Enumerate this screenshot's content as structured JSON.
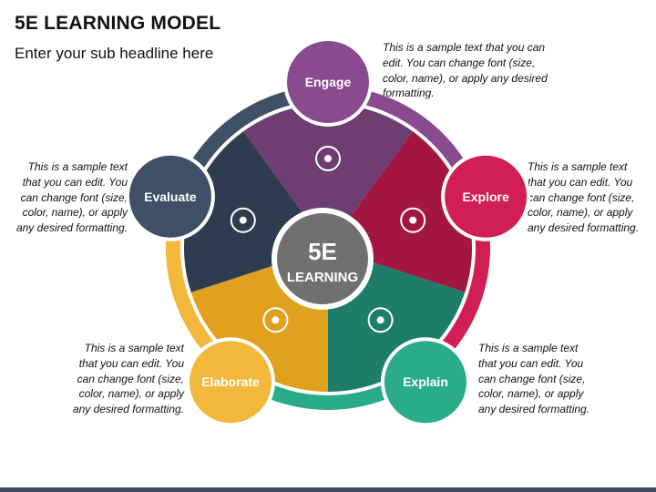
{
  "header": {
    "title": "5E LEARNING MODEL",
    "subtitle": "Enter your sub headline here"
  },
  "center": {
    "line1": "5E",
    "line2": "LEARNING"
  },
  "stages": [
    {
      "label": "Engage",
      "color": "#8a4a8e",
      "sector_color": "#6e3d72",
      "icon": "team-cycle-icon"
    },
    {
      "label": "Explore",
      "color": "#d11f55",
      "sector_color": "#a31642",
      "icon": "compass-icon"
    },
    {
      "label": "Explain",
      "color": "#2aab8a",
      "sector_color": "#1e7d68",
      "icon": "presentation-board-icon"
    },
    {
      "label": "Elaborate",
      "color": "#f2b83c",
      "sector_color": "#e0a11e",
      "icon": "magnifier-document-icon"
    },
    {
      "label": "Evaluate",
      "color": "#3e4f66",
      "sector_color": "#2f3b4e",
      "icon": "checklist-icon"
    }
  ],
  "notes": {
    "engage": "This is a sample text that you can edit. You can change font (size, color, name), or apply any desired formatting.",
    "explore": "This is a sample text that you can edit. You can change font (size, color, name), or apply any desired formatting.",
    "explain": "This is a sample text that you can edit. You can change font (size, color, name), or apply any desired formatting.",
    "elaborate": "This is a sample text that you can edit. You can change font (size, color, name), or apply any desired formatting.",
    "evaluate": "This is a sample text that you can edit. You can change font (size, color, name), or apply any desired formatting."
  },
  "colors": {
    "center": "#707070",
    "footer_bar": "#3b4a5e"
  }
}
